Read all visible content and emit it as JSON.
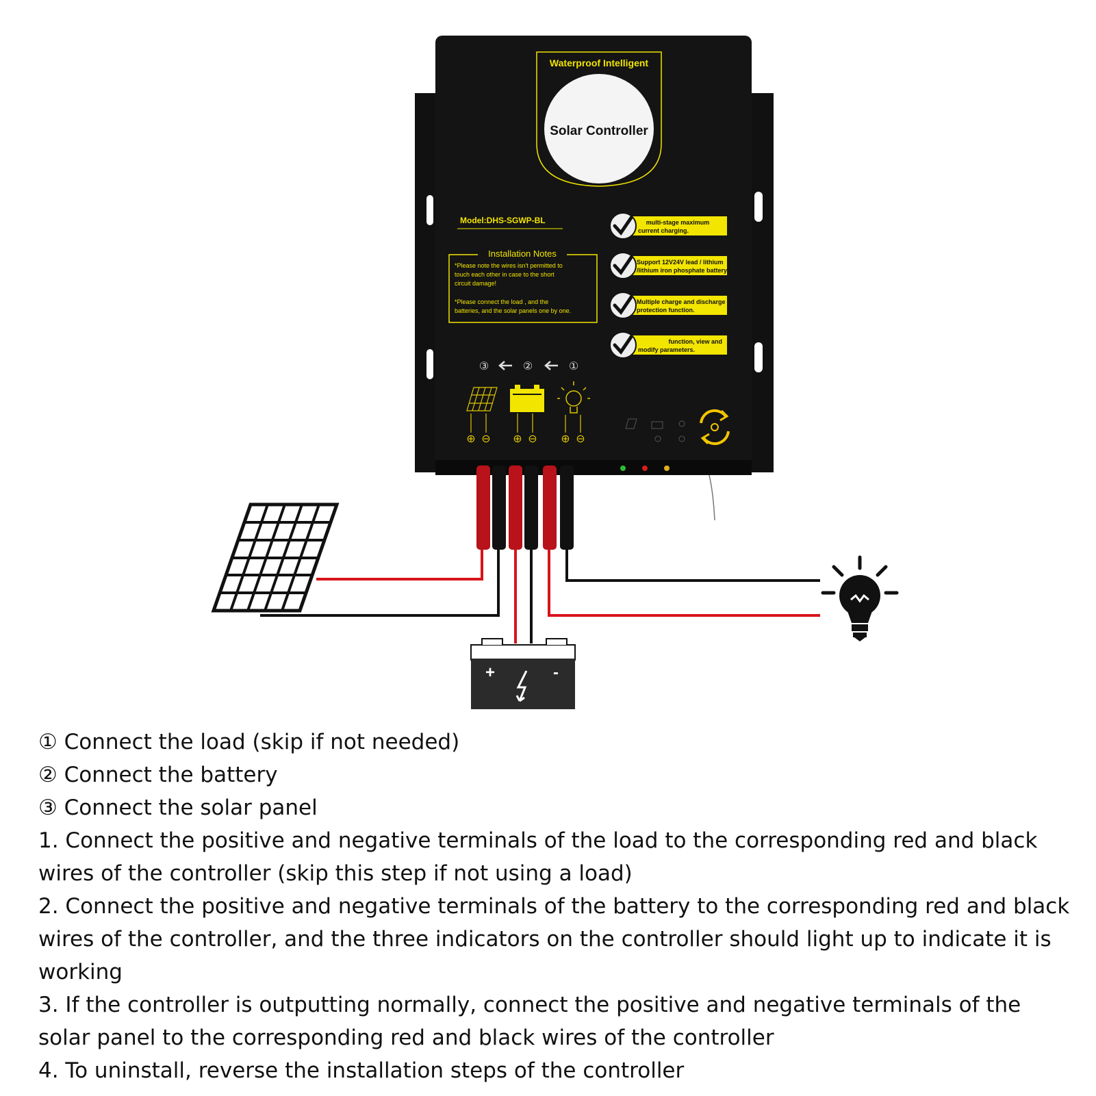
{
  "controller": {
    "header": "Waterproof  Intelligent",
    "title": "Solar Controller",
    "model": "Model:DHS-SGWP-BL",
    "notes_title": "Installation Notes",
    "notes": [
      "*Please note the wires isn't permitted to",
      "touch each other in case to the short",
      "circuit damage!",
      "*Please connect the load , and the",
      "batteries, and the solar panels one by one."
    ],
    "features": [
      {
        "line1": "multi-stage maximum",
        "line2": "current charging."
      },
      {
        "line1": "Support 12V24V lead / lithium",
        "line2": "/lithium iron phosphate battery."
      },
      {
        "line1": "Multiple charge and discharge",
        "line2": "protection function."
      },
      {
        "line1": "function, view and",
        "line2": "modify parameters."
      }
    ],
    "order": [
      "③",
      "②",
      "①"
    ],
    "terminal_signs": {
      "plus": "⊕",
      "minus": "⊖"
    }
  },
  "battery_signs": {
    "plus": "+",
    "minus": "-"
  },
  "colors": {
    "case": "#141414",
    "accent": "#f2e500",
    "wire_red": "#d8141a",
    "wire_black": "#111111"
  },
  "icons": [
    "solar-panel-icon",
    "battery-icon",
    "light-bulb-icon",
    "check-icon",
    "refresh-icon"
  ],
  "steps": [
    "① Connect the load (skip if not needed)",
    "② Connect the battery",
    "③ Connect the solar panel",
    "1. Connect the positive and negative terminals of the load to the corresponding red and black wires of the controller (skip this step if not using a load)",
    "2. Connect the positive and negative terminals of the battery to the corresponding red and black wires of the controller, and the three indicators on the controller should light up to indicate it is working",
    "3. If the controller is outputting normally, connect the positive and negative terminals of the solar panel to the corresponding red and black wires of the controller",
    "4. To uninstall, reverse the installation steps of the controller"
  ]
}
